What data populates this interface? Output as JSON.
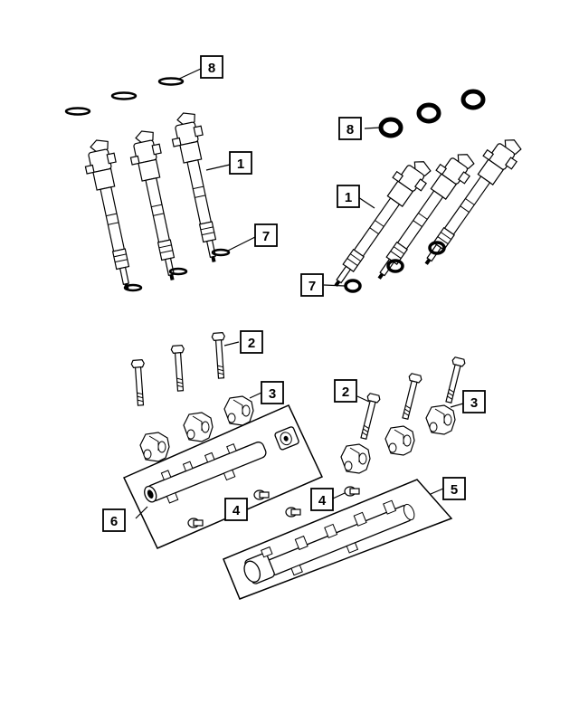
{
  "diagram": {
    "callouts": [
      {
        "id": "c8a",
        "label": "8"
      },
      {
        "id": "c1a",
        "label": "1"
      },
      {
        "id": "c7a",
        "label": "7"
      },
      {
        "id": "c8b",
        "label": "8"
      },
      {
        "id": "c1b",
        "label": "1"
      },
      {
        "id": "c7b",
        "label": "7"
      },
      {
        "id": "c2a",
        "label": "2"
      },
      {
        "id": "c3a",
        "label": "3"
      },
      {
        "id": "c2b",
        "label": "2"
      },
      {
        "id": "c3b",
        "label": "3"
      },
      {
        "id": "c5",
        "label": "5"
      },
      {
        "id": "c6",
        "label": "6"
      },
      {
        "id": "c4a",
        "label": "4"
      },
      {
        "id": "c4b",
        "label": "4"
      }
    ],
    "colors": {
      "line": "#000000",
      "background": "#ffffff",
      "shade": "#d9d9d9"
    }
  }
}
